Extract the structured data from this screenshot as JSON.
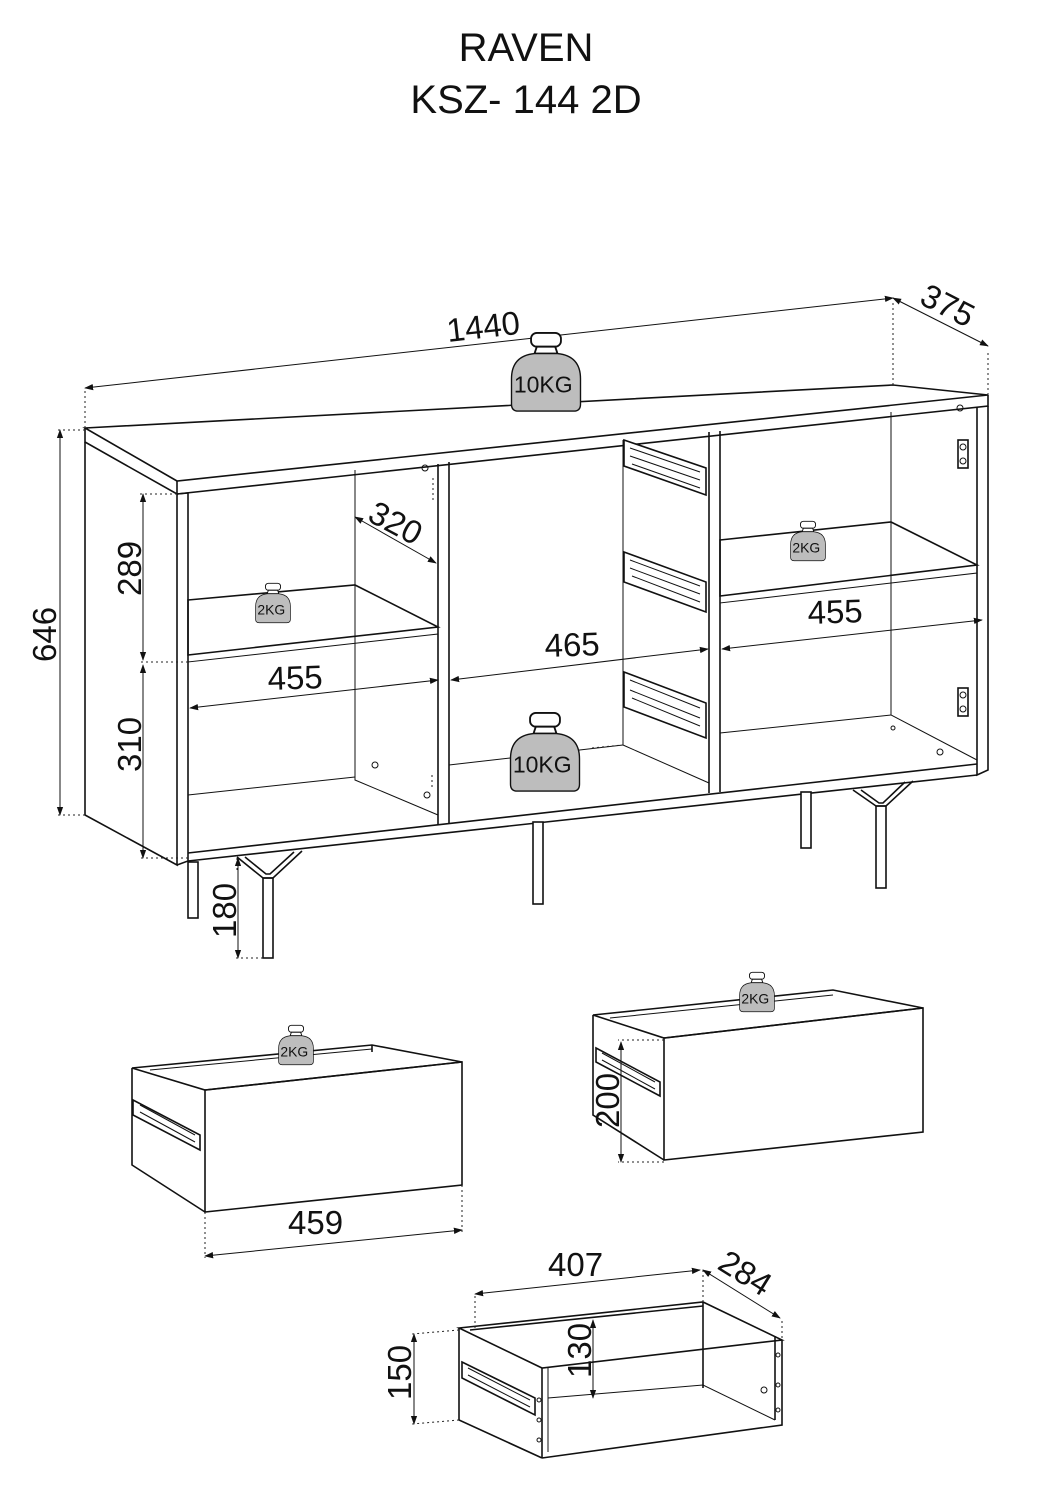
{
  "title": {
    "name": "RAVEN",
    "code": "KSZ- 144 2D"
  },
  "dimensions": {
    "width": "1440",
    "depth": "375",
    "height": "646",
    "inner_depth": "320",
    "upper_left_height": "289",
    "lower_left_height": "310",
    "left_width": "455",
    "middle_width": "465",
    "right_width": "455",
    "leg_height": "180",
    "drawer_front_width": "459",
    "drawer_front_height": "200",
    "drawer_box_width": "407",
    "drawer_box_depth": "284",
    "drawer_box_height": "150",
    "drawer_inner_height": "130"
  },
  "load_limits": {
    "top": "10KG",
    "middle_bottom": "10KG",
    "left_shelf": "2KG",
    "right_shelf": "2KG",
    "drawer_left": "2KG",
    "drawer_right": "2KG"
  }
}
